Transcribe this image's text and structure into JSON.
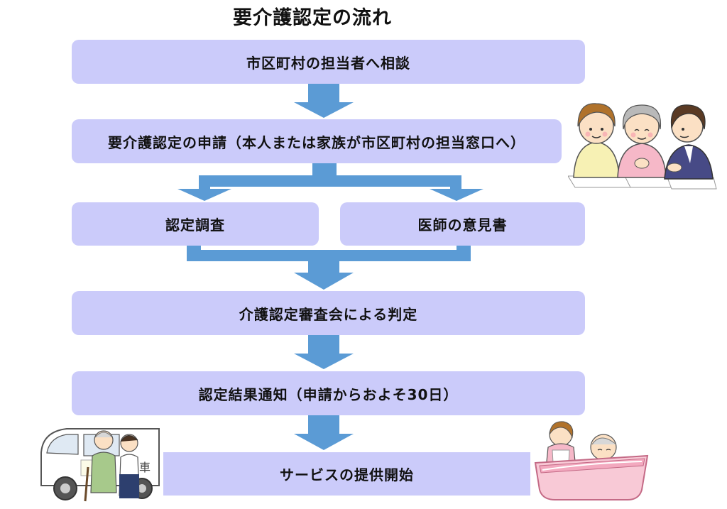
{
  "title": "要介護認定の流れ",
  "steps": {
    "consult": "市区町村の担当者へ相談",
    "apply": "要介護認定の申請（本人または家族が市区町村の担当窓口へ）",
    "survey": "認定調査",
    "opinion": "医師の意見書",
    "review": "介護認定審査会による判定",
    "result": "認定結果通知（申請からおよそ30日）",
    "service": "サービスの提供開始"
  },
  "illustrations": {
    "consultation": "family-consultation-illustration",
    "transport": "care-van-illustration",
    "bathing": "bathing-care-illustration",
    "van_sign": "車"
  },
  "colors": {
    "box": "#cbcbfa",
    "arrow": "#5b9bd5"
  }
}
